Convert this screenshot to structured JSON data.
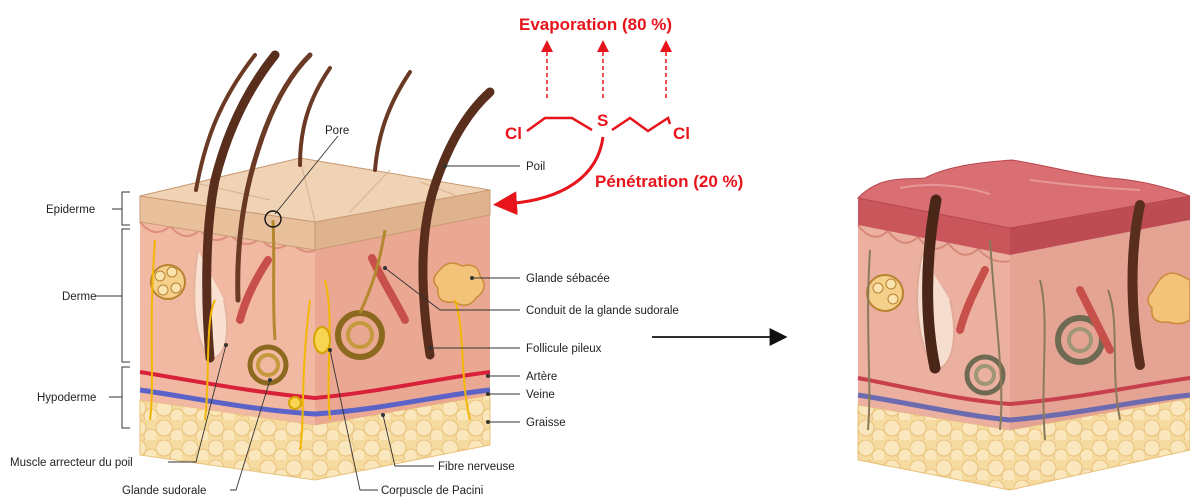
{
  "colors": {
    "accent_red": "#e8141b",
    "epidermis": "#ecc9a7",
    "dermis": "#efb29b",
    "fat": "#f6dba0",
    "artery": "#d9223a",
    "vein": "#5b63c8",
    "nerve": "#f2b705",
    "hair": "#5a2e1c",
    "damaged_surface": "#d96f72"
  },
  "reaction": {
    "evaporation": "Evaporation (80 %)",
    "penetration": "Pénétration (20 %)",
    "molecule": {
      "cl_left": "Cl",
      "s_atom": "S",
      "cl_right": "Cl"
    }
  },
  "labels_left": {
    "epiderme": "Epiderme",
    "derme": "Derme",
    "hypoderme": "Hypoderme",
    "muscle": "Muscle arrecteur du poil",
    "glande_sudorale": "Glande sudorale"
  },
  "labels_right": {
    "pore": "Pore",
    "poil": "Poil",
    "glande_sebacee": "Glande sébacée",
    "conduit": "Conduit de la glande sudorale",
    "follicule": "Follicule pileux",
    "artere": "Artère",
    "veine": "Veine",
    "graisse": "Graisse",
    "fibre": "Fibre nerveuse",
    "corpuscule": "Corpuscle de Pacini"
  },
  "icons": [
    "arrow-right-icon",
    "curved-arrow-icon",
    "dashed-up-arrow-icon"
  ]
}
